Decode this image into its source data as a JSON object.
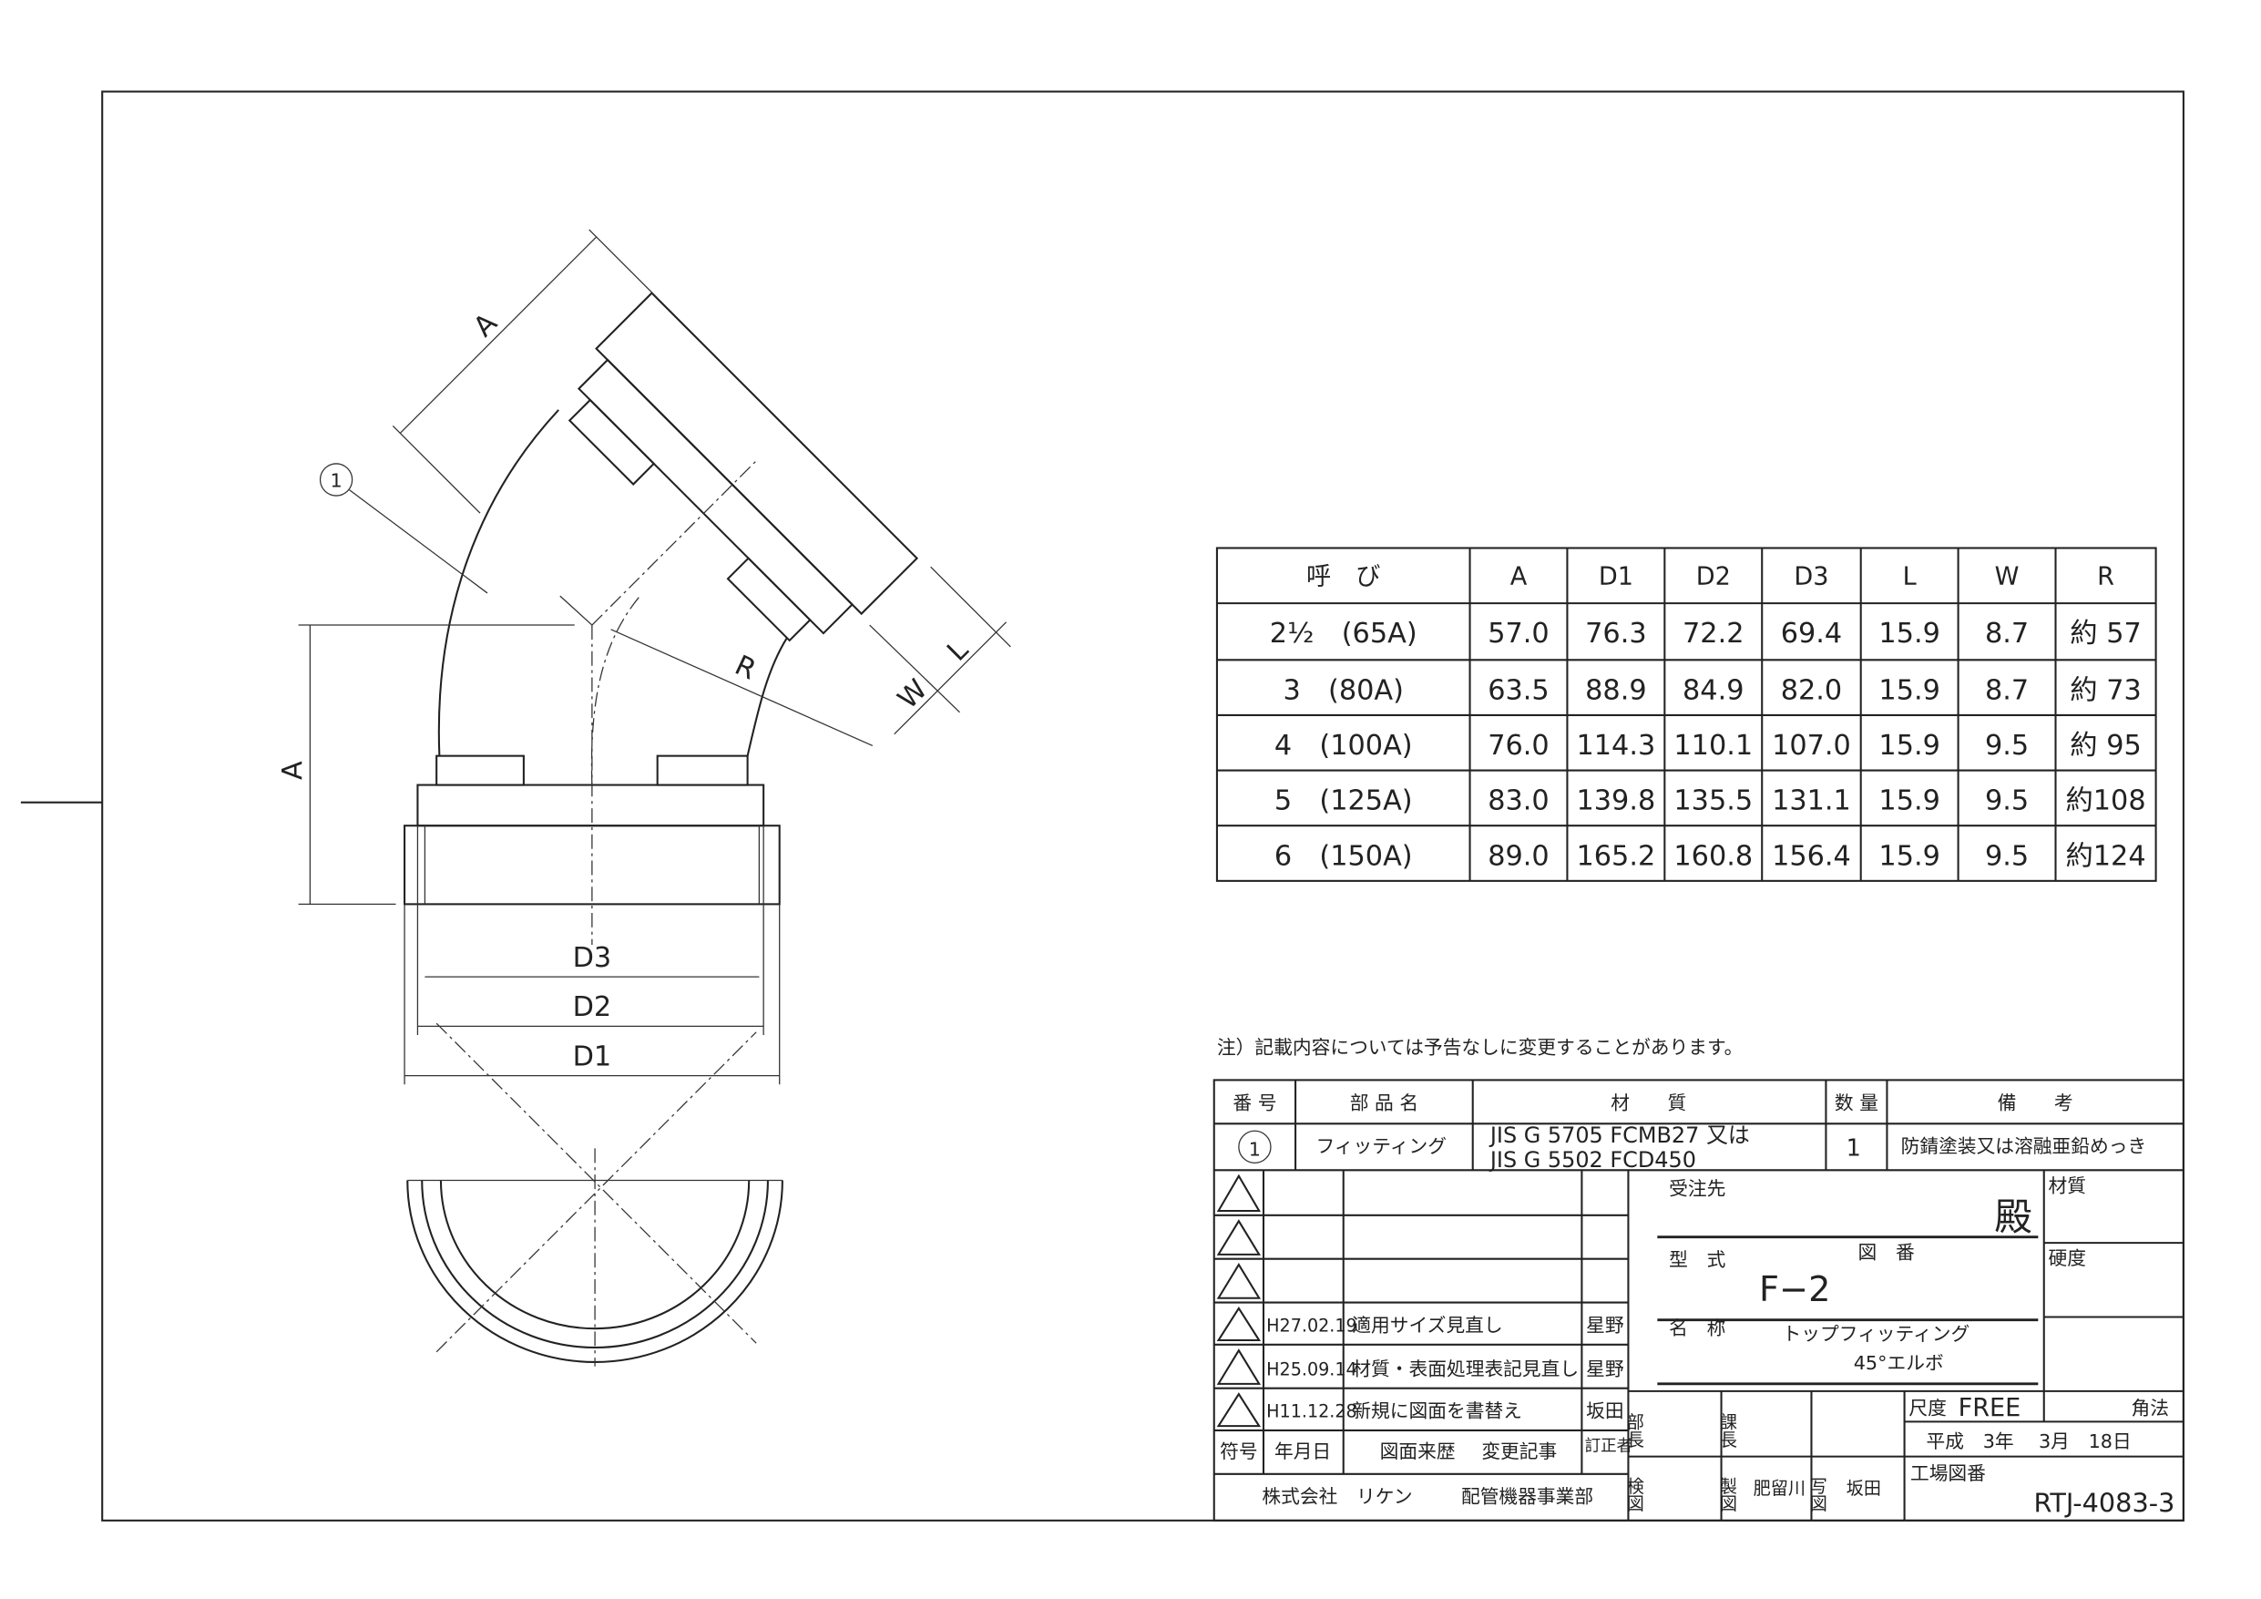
{
  "drawing": {
    "balloon": "1",
    "dim_labels": {
      "A_top": "A",
      "A_left": "A",
      "R": "R",
      "W": "W",
      "L": "L",
      "D1": "D1",
      "D2": "D2",
      "D3": "D3"
    }
  },
  "spec_table": {
    "headers": [
      "呼　び",
      "A",
      "D1",
      "D2",
      "D3",
      "L",
      "W",
      "R"
    ],
    "rows": [
      [
        "2½　(65A)",
        "57.0",
        "76.3",
        "72.2",
        "69.4",
        "15.9",
        "8.7",
        "約 57"
      ],
      [
        "3　(80A)",
        "63.5",
        "88.9",
        "84.9",
        "82.0",
        "15.9",
        "8.7",
        "約 73"
      ],
      [
        "4　(100A)",
        "76.0",
        "114.3",
        "110.1",
        "107.0",
        "15.9",
        "9.5",
        "約 95"
      ],
      [
        "5　(125A)",
        "83.0",
        "139.8",
        "135.5",
        "131.1",
        "15.9",
        "9.5",
        "約108"
      ],
      [
        "6　(150A)",
        "89.0",
        "165.2",
        "160.8",
        "156.4",
        "15.9",
        "9.5",
        "約124"
      ]
    ]
  },
  "note": "注）記載内容については予告なしに変更することがあります。",
  "parts": {
    "headers": [
      "番 号",
      "部 品 名",
      "材　　質",
      "数 量",
      "備　　考"
    ],
    "row": {
      "no": "1",
      "name": "フィッティング",
      "material_1": "JIS G 5705 FCMB27 又は",
      "material_2": "JIS G 5502 FCD450",
      "qty": "1",
      "remarks": "防錆塗装又は溶融亜鉛めっき"
    }
  },
  "revisions": {
    "rows": [
      {
        "date": "",
        "desc": "",
        "by": ""
      },
      {
        "date": "",
        "desc": "",
        "by": ""
      },
      {
        "date": "",
        "desc": "",
        "by": ""
      },
      {
        "date": "H27.02.19",
        "desc": "適用サイズ見直し",
        "by": "星野"
      },
      {
        "date": "H25.09.14",
        "desc": "材質・表面処理表記見直し",
        "by": "星野"
      },
      {
        "date": "H11.12.28",
        "desc": "新規に図面を書替え",
        "by": "坂田"
      }
    ],
    "header": {
      "symbol": "符号",
      "date": "年月日",
      "history": "図面来歴",
      "change": "変更記事",
      "corrector": "訂正者"
    },
    "company": "株式会社　リケン",
    "division": "配管機器事業部"
  },
  "title_block": {
    "customer_label": "受注先",
    "honorific": "殿",
    "model_label": "型　式",
    "drawing_no_label": "図　番",
    "model_value": "F−2",
    "name_label": "名　称",
    "name_line1": "トップフィッティング",
    "name_line2": "45°エルボ",
    "material_label": "材質",
    "hardness_label": "硬度",
    "manager_label": "部長",
    "section_chief_label": "課長",
    "checked_label": "検図",
    "drawn_label": "製図",
    "drawn_by": "肥留川",
    "traced_label": "写図",
    "traced_by": "坂田",
    "scale_label": "尺度",
    "scale_value": "FREE",
    "projection_label": "角法",
    "date": "平成　3年　 3月　18日",
    "factory_no_label": "工場図番",
    "factory_no": "RTJ-4083-3"
  }
}
